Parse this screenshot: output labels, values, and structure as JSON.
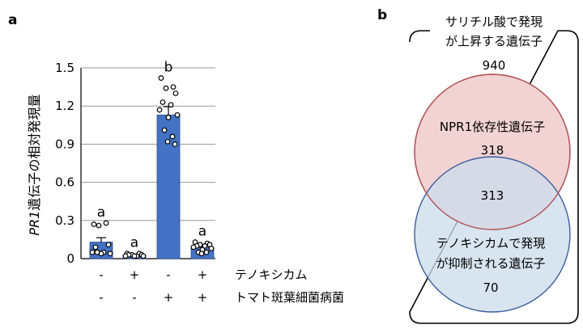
{
  "panel_a": {
    "letter": "a"
  },
  "panel_b": {
    "letter": "b"
  },
  "chart_data": [
    {
      "type": "bar",
      "ylabel_italic": "PR1",
      "ylabel": "遺伝子の相対発現量",
      "ylim": [
        0,
        1.5
      ],
      "yticks": [
        "0",
        "0.3",
        "0.6",
        "0.9",
        "1.2",
        "1.5"
      ],
      "ytick_values": [
        0,
        0.3,
        0.6,
        0.9,
        1.2,
        1.5
      ],
      "grid": true,
      "bar_color": "#4472c4",
      "values": [
        0.13,
        0.03,
        1.13,
        0.09
      ],
      "errors": [
        0.035,
        0.006,
        0.065,
        0.017
      ],
      "significance": [
        "a",
        "a",
        "b",
        "a"
      ],
      "points": [
        [
          0.27,
          0.28,
          0.26,
          0.11,
          0.09,
          0.05,
          0.05,
          0.04,
          0.04,
          0.05
        ],
        [
          0.04,
          0.04,
          0.03,
          0.03,
          0.03,
          0.02,
          0.02,
          0.02,
          0.02
        ],
        [
          1.42,
          1.35,
          1.34,
          1.3,
          1.23,
          1.21,
          1.17,
          1.13,
          1.11,
          1.01,
          0.96,
          0.92,
          0.9
        ],
        [
          0.13,
          0.12,
          0.11,
          0.11,
          0.1,
          0.1,
          0.09,
          0.08,
          0.07,
          0.05,
          0.05,
          0.04
        ]
      ],
      "treatments": [
        {
          "name": "テノキシカム",
          "signs": [
            "-",
            "+",
            "-",
            "+"
          ]
        },
        {
          "name": "トマト斑葉細菌病菌",
          "signs": [
            "-",
            "-",
            "+",
            "+"
          ]
        }
      ]
    },
    {
      "type": "venn",
      "outer_label_line1": "サリチル酸で発現",
      "outer_label_line2": "が上昇する遺伝子",
      "outer_count": "940",
      "sets": [
        {
          "label": "NPR1依存性遺伝子",
          "only_count": "318",
          "color": "#f2d3d3",
          "stroke": "#b0565a"
        },
        {
          "label_line1": "テノキシカムで発現",
          "label_line2": "が抑制される遺伝子",
          "only_count": "70",
          "color": "#cddcec",
          "stroke": "#3b5f9e"
        }
      ],
      "intersection_count": "313"
    }
  ]
}
